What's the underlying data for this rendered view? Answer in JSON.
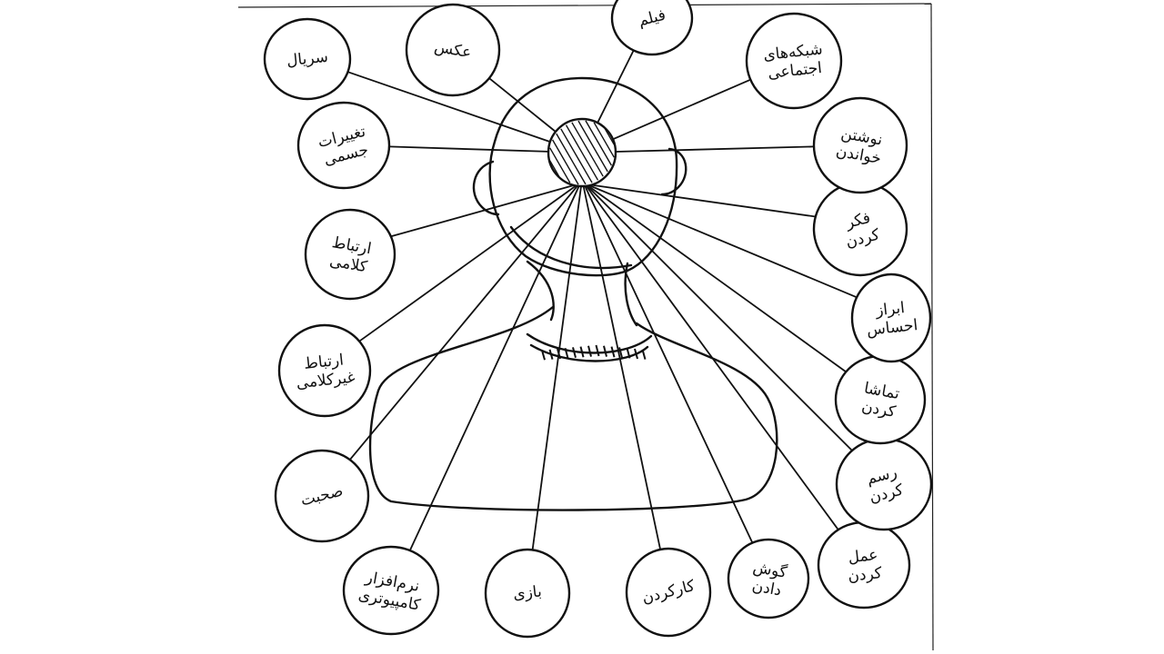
{
  "center": {
    "name": "head-hub"
  },
  "nodes": [
    {
      "id": "movies",
      "label": "فیلم"
    },
    {
      "id": "photo",
      "label": "عکس"
    },
    {
      "id": "tv-series",
      "label": "سریال"
    },
    {
      "id": "body-changes",
      "label": "تغییرات جسمی"
    },
    {
      "id": "verbal",
      "label": "ارتباط کلامی"
    },
    {
      "id": "nonverbal",
      "label": "ارتباط غیرکلامی"
    },
    {
      "id": "speech",
      "label": "صحبت"
    },
    {
      "id": "computer",
      "label": "نرم‌افزار کامپیوتری"
    },
    {
      "id": "games",
      "label": "بازی"
    },
    {
      "id": "work",
      "label": "کارکردن"
    },
    {
      "id": "listening",
      "label": "گوش دادن"
    },
    {
      "id": "doing",
      "label": "عمل کردن"
    },
    {
      "id": "drawing",
      "label": "رسم کردن"
    },
    {
      "id": "watching",
      "label": "تماشا کردن"
    },
    {
      "id": "expressing",
      "label": "ابراز احساس"
    },
    {
      "id": "thinking",
      "label": "فکر کردن"
    },
    {
      "id": "read-write",
      "label": "نوشتن خواندن"
    },
    {
      "id": "social",
      "label": "شبکه‌های اجتماعی"
    }
  ]
}
